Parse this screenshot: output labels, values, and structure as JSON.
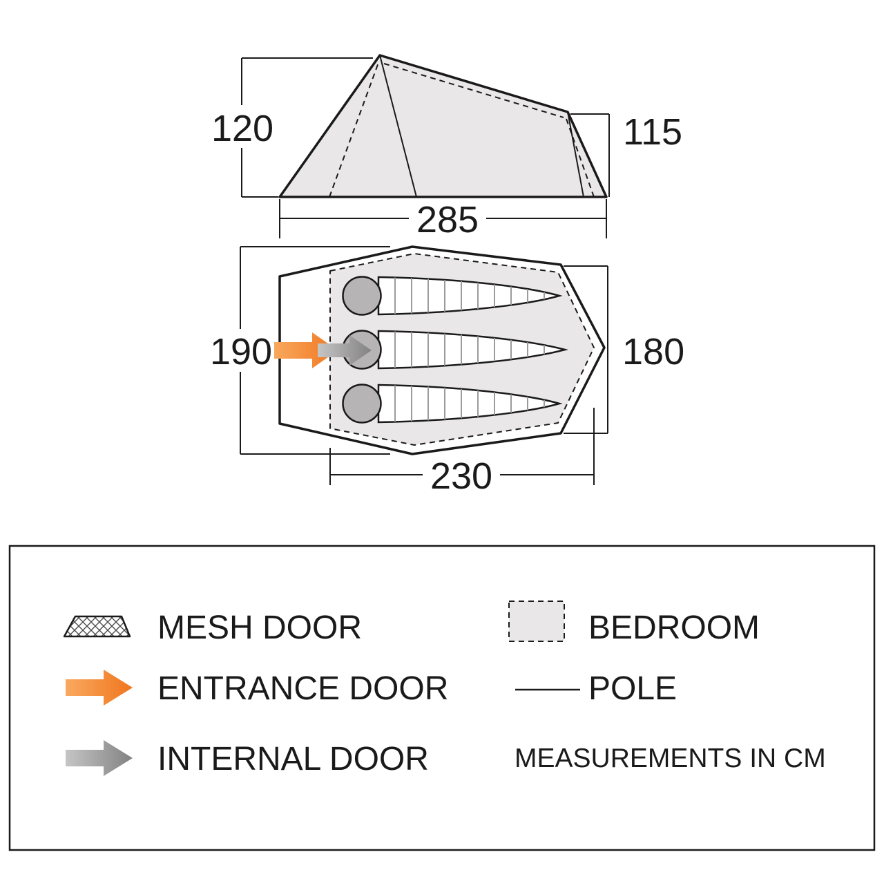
{
  "side_view": {
    "height_left": "120",
    "height_right": "115",
    "width": "285"
  },
  "floor_plan": {
    "length_left": "190",
    "width_right": "180",
    "inner_width": "230"
  },
  "legend": {
    "mesh_door_label": "MESH DOOR",
    "entrance_door_label": "ENTRANCE DOOR",
    "internal_door_label": "INTERNAL DOOR",
    "bedroom_label": "BEDROOM",
    "pole_label": "POLE",
    "measurements_note": "MEASUREMENTS IN CM"
  },
  "colors": {
    "outline": "#1a1a1a",
    "light_fill": "#e9e7e8",
    "pillow_gray": "#b7b4b5",
    "stripe_gray": "#9c9a9a",
    "entrance_orange": "#f58220",
    "internal_gray": "#8a8a8a"
  }
}
